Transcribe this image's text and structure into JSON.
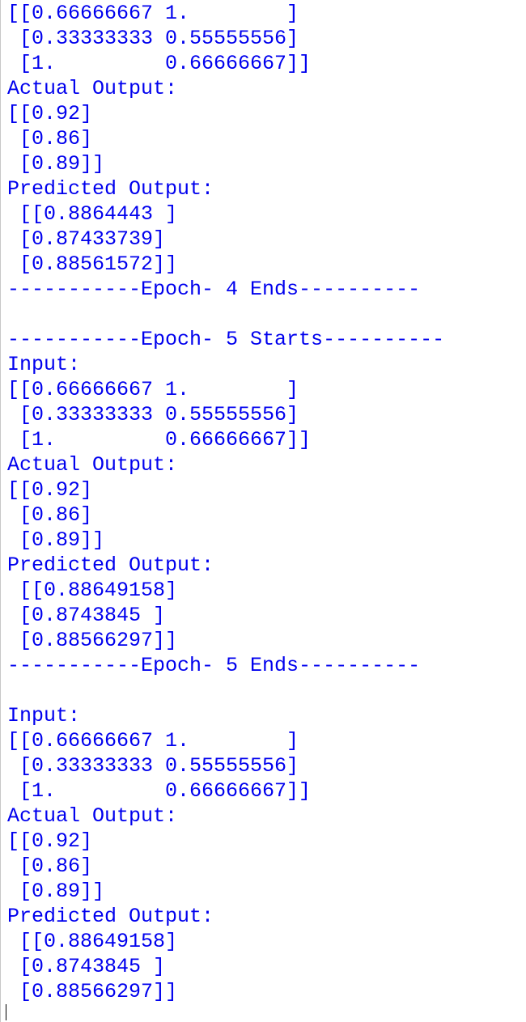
{
  "console": {
    "lines": [
      "[[0.66666667 1.        ]",
      " [0.33333333 0.55555556]",
      " [1.         0.66666667]]",
      "Actual Output:",
      "[[0.92]",
      " [0.86]",
      " [0.89]]",
      "Predicted Output:",
      " [[0.8864443 ]",
      " [0.87433739]",
      " [0.88561572]]",
      "-----------Epoch- 4 Ends----------",
      "",
      "-----------Epoch- 5 Starts----------",
      "Input:",
      "[[0.66666667 1.        ]",
      " [0.33333333 0.55555556]",
      " [1.         0.66666667]]",
      "Actual Output:",
      "[[0.92]",
      " [0.86]",
      " [0.89]]",
      "Predicted Output:",
      " [[0.88649158]",
      " [0.8743845 ]",
      " [0.88566297]]",
      "-----------Epoch- 5 Ends----------",
      "",
      "Input:",
      "[[0.66666667 1.        ]",
      " [0.33333333 0.55555556]",
      " [1.         0.66666667]]",
      "Actual Output:",
      "[[0.92]",
      " [0.86]",
      " [0.89]]",
      "Predicted Output:",
      " [[0.88649158]",
      " [0.8743845 ]",
      " [0.88566297]]"
    ],
    "text_color": "#0000ee",
    "background_color": "#ffffff"
  }
}
